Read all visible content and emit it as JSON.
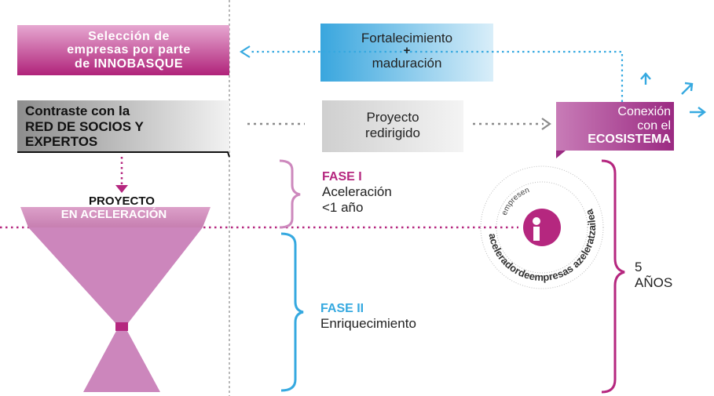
{
  "boxes": {
    "seleccion": "Selección de\nempresas por parte\nde INNOBASQUE",
    "fortalecimiento_1": "Fortalecimiento",
    "fortalecimiento_plus": "+",
    "fortalecimiento_2": "maduración",
    "contraste_1": "Contraste  con la",
    "contraste_2": "RED DE SOCIOS Y",
    "contraste_3": "EXPERTOS",
    "redirigido": "Proyecto\nredirigido",
    "conexion_1": "Conexión",
    "conexion_2": "con el",
    "conexion_3": "ECOSISTEMA"
  },
  "funnel": {
    "line1": "PROYECTO",
    "line2": "EN ACELERACIÓN"
  },
  "phases": {
    "fase1_title": "FASE I",
    "fase1_line1": "Aceleración",
    "fase1_line2": "<1 año",
    "fase2_title": "FASE II",
    "fase2_line1": "Enriquecimiento",
    "total_line1": "5",
    "total_line2": "AÑOS"
  },
  "logo": {
    "ring_text": "aceleradordeempresas azeleratzailea",
    "inner_word": "empresen"
  },
  "colors": {
    "magenta": "#b5277f",
    "pink": "#d98bc1",
    "cyan": "#36a9e0",
    "gray": "#8a8a8a"
  }
}
